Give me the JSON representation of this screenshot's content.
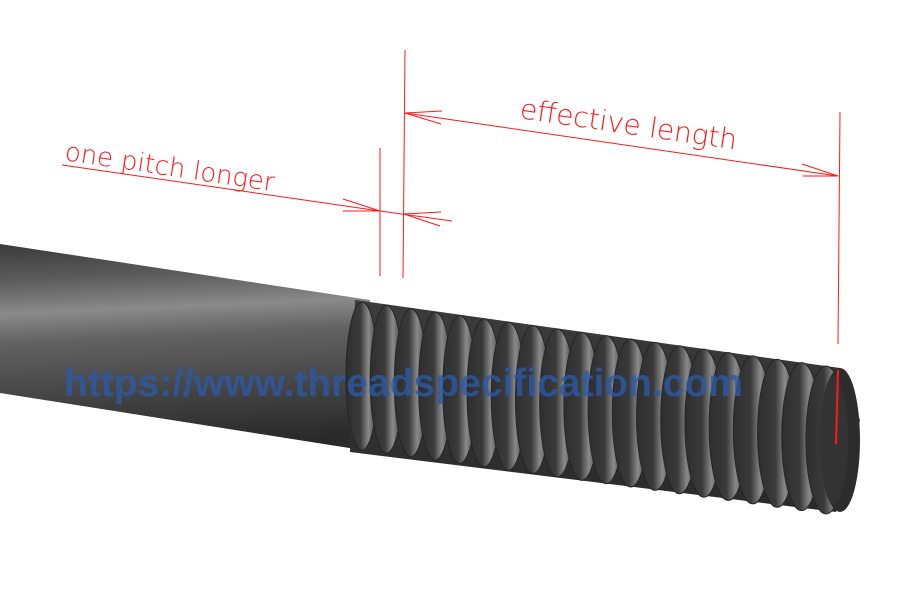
{
  "diagram": {
    "subject": "threaded rod",
    "annotations": {
      "one_pitch_longer": "one pitch longer",
      "effective_length": "effective length"
    },
    "watermark": "https://www.threadspecification.com",
    "colors": {
      "dimension": "#ff1a1a",
      "watermark": "#2b5aa8",
      "rod_dark": "#2f2f2f",
      "rod_mid": "#5a5a5a",
      "rod_highlight": "#8c8c8c",
      "background": "#ffffff"
    },
    "thread_count": 20
  }
}
